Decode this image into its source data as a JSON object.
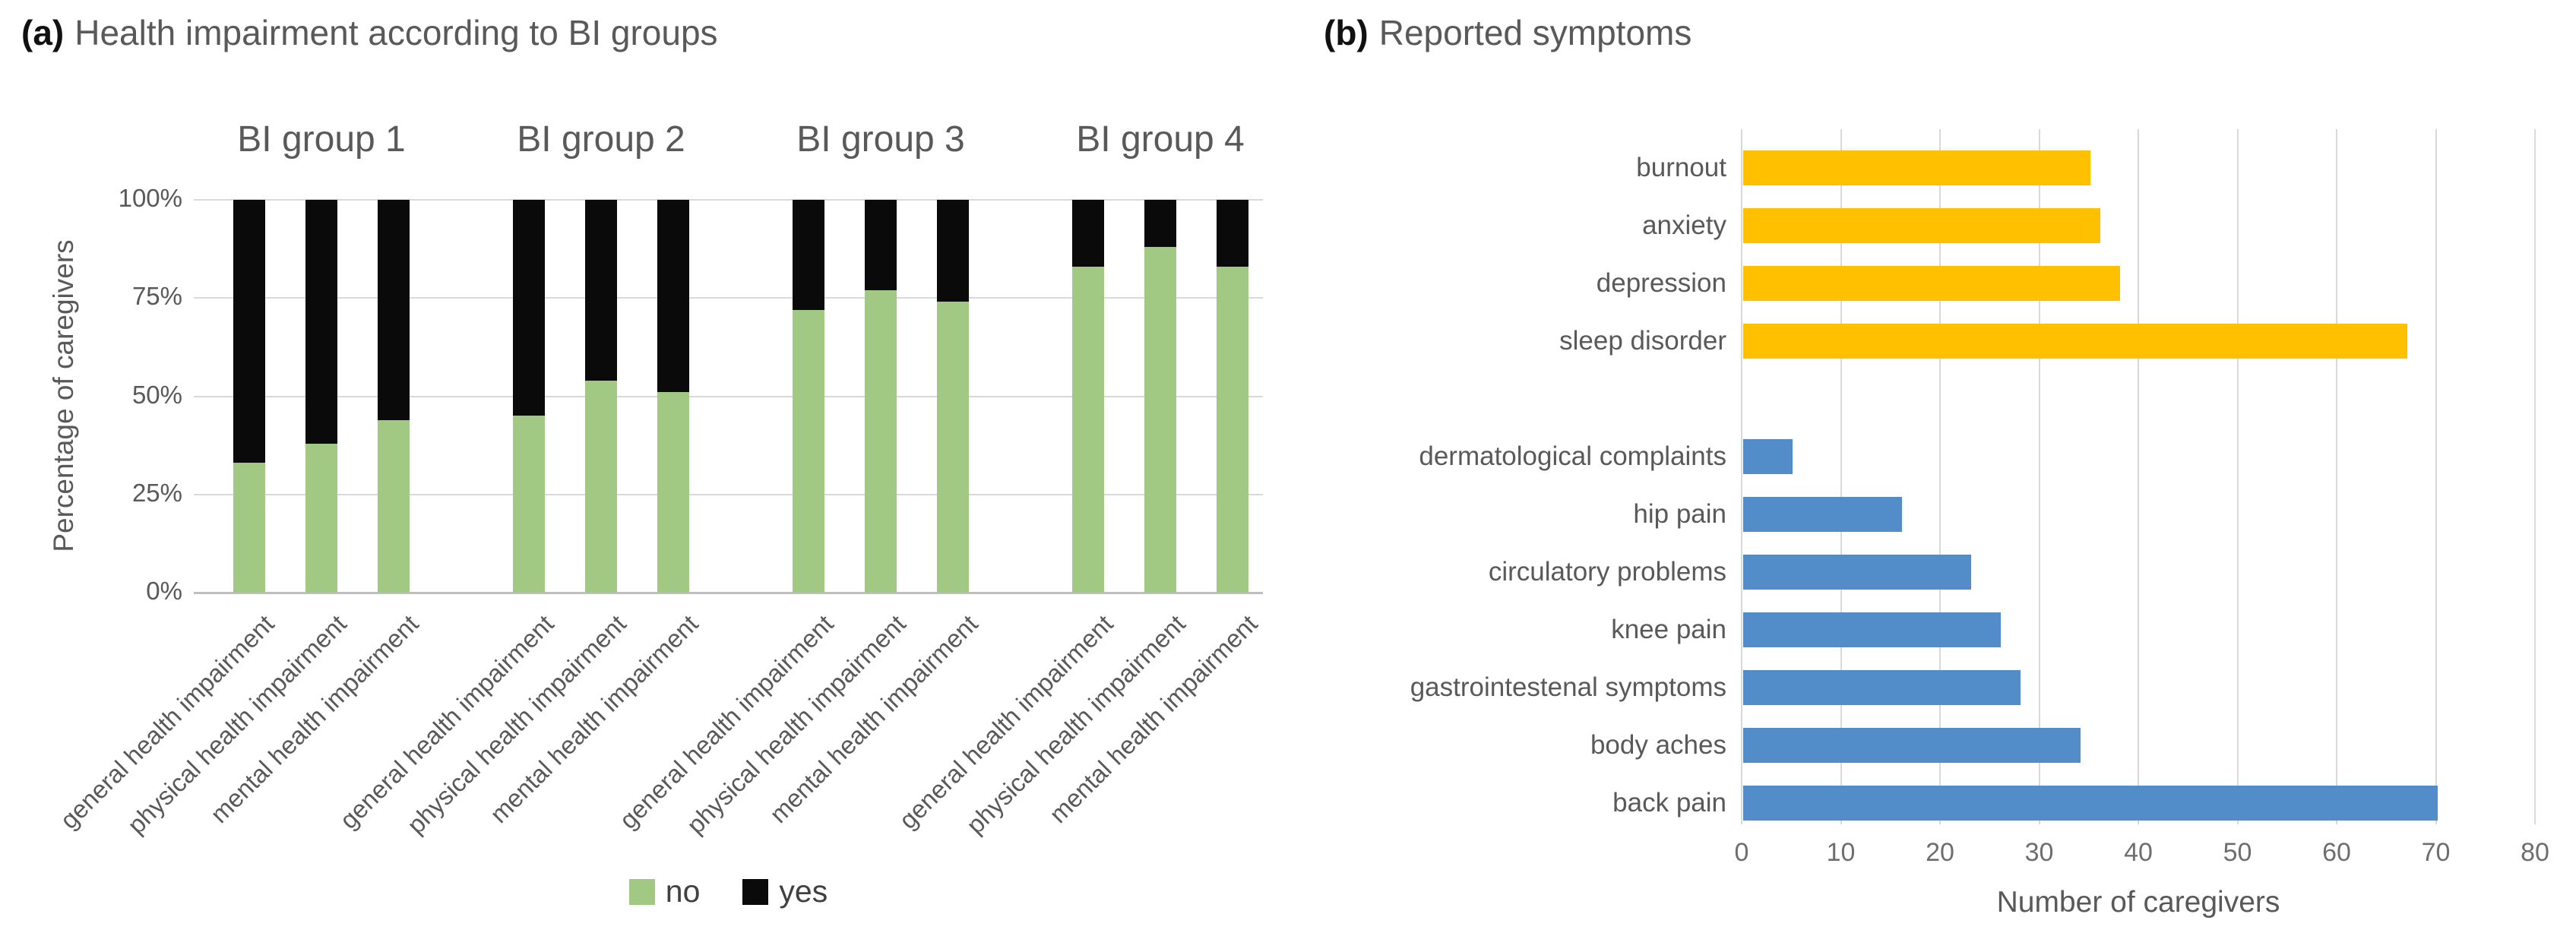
{
  "chart_data": [
    {
      "type": "bar",
      "variant": "stacked-vertical-100pct",
      "panel": "a",
      "title_prefix": "(a)",
      "title": "Health impairment according to BI groups",
      "ylabel": "Percentage of caregivers",
      "ylim": [
        0,
        100
      ],
      "grid": "horizontal",
      "yticks": [
        {
          "label": "0%",
          "value": 0
        },
        {
          "label": "25%",
          "value": 25
        },
        {
          "label": "50%",
          "value": 50
        },
        {
          "label": "75%",
          "value": 75
        },
        {
          "label": "100%",
          "value": 100
        }
      ],
      "groups": [
        {
          "label": "BI group 1",
          "bars": [
            {
              "category": "general health impairment",
              "no": 33,
              "yes": 67
            },
            {
              "category": "physical health impairment",
              "no": 38,
              "yes": 62
            },
            {
              "category": "mental health impairment",
              "no": 44,
              "yes": 56
            }
          ]
        },
        {
          "label": "BI group 2",
          "bars": [
            {
              "category": "general health impairment",
              "no": 45,
              "yes": 55
            },
            {
              "category": "physical health impairment",
              "no": 54,
              "yes": 46
            },
            {
              "category": "mental health impairment",
              "no": 51,
              "yes": 49
            }
          ]
        },
        {
          "label": "BI group 3",
          "bars": [
            {
              "category": "general health impairment",
              "no": 72,
              "yes": 28
            },
            {
              "category": "physical health impairment",
              "no": 77,
              "yes": 23
            },
            {
              "category": "mental health impairment",
              "no": 74,
              "yes": 26
            }
          ]
        },
        {
          "label": "BI group 4",
          "bars": [
            {
              "category": "general health impairment",
              "no": 83,
              "yes": 17
            },
            {
              "category": "physical health impairment",
              "no": 88,
              "yes": 12
            },
            {
              "category": "mental health impairment",
              "no": 83,
              "yes": 17
            }
          ]
        }
      ],
      "legend_position": "bottom",
      "legend": [
        {
          "label": "no",
          "color": "#a2c984"
        },
        {
          "label": "yes",
          "color": "#0a0a0a"
        }
      ]
    },
    {
      "type": "bar",
      "variant": "horizontal",
      "panel": "b",
      "title_prefix": "(b)",
      "title": "Reported symptoms",
      "xlabel": "Number of caregivers",
      "xlim": [
        0,
        80
      ],
      "grid": "vertical",
      "xticks": [
        0,
        10,
        20,
        30,
        40,
        50,
        60,
        70,
        80
      ],
      "bars": [
        {
          "label": "burnout",
          "value": 35,
          "color": "#ffc000"
        },
        {
          "label": "anxiety",
          "value": 36,
          "color": "#ffc000"
        },
        {
          "label": "depression",
          "value": 38,
          "color": "#ffc000"
        },
        {
          "label": "sleep disorder",
          "value": 67,
          "color": "#ffc000"
        },
        {
          "label": "",
          "value": null,
          "color": null
        },
        {
          "label": "dermatological complaints",
          "value": 5,
          "color": "#538dc9"
        },
        {
          "label": "hip pain",
          "value": 16,
          "color": "#538dc9"
        },
        {
          "label": "circulatory problems",
          "value": 23,
          "color": "#538dc9"
        },
        {
          "label": "knee pain",
          "value": 26,
          "color": "#538dc9"
        },
        {
          "label": "gastrointestenal symptoms",
          "value": 28,
          "color": "#538dc9"
        },
        {
          "label": "body aches",
          "value": 34,
          "color": "#538dc9"
        },
        {
          "label": "back pain",
          "value": 70,
          "color": "#538dc9"
        }
      ]
    }
  ],
  "colors": {
    "no_green": "#a2c984",
    "yes_black": "#0a0a0a",
    "psych_gold": "#ffc000",
    "somatic_blue": "#538dc9",
    "gridline": "#d9d9d9",
    "axis_line": "#bfbfbf",
    "text_gray": "#595959"
  }
}
